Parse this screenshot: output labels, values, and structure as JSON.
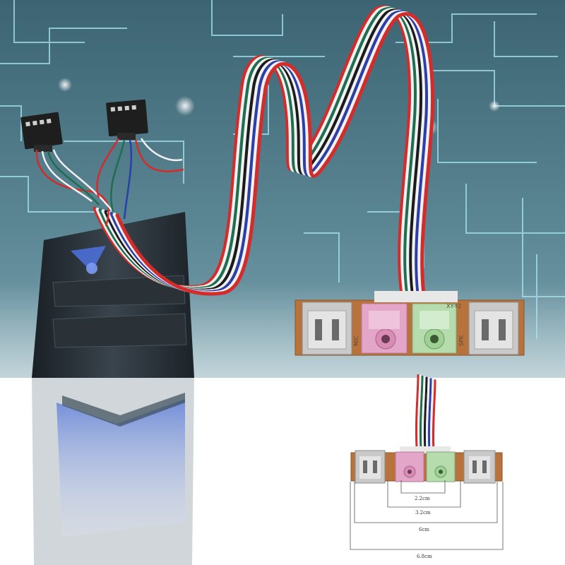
{
  "pcb": {
    "label_mic": "MIC",
    "label_spk": "SPK",
    "label_model": "XY-Y2"
  },
  "dimensions": [
    {
      "label": "2.2cm"
    },
    {
      "label": "3.2cm"
    },
    {
      "label": "6cm"
    },
    {
      "label": "6.8cm"
    }
  ],
  "colors": {
    "background_top": "#3f6a78",
    "background_bottom": "#ffffff",
    "circuit_line": "#a9e4f2",
    "cable_red": "#d42b2b",
    "cable_green": "#1f6e4f",
    "cable_blue": "#2c3fa8",
    "cable_white": "#f2f2f2",
    "cable_black": "#1b1b1b",
    "pcb": "#b8733c",
    "jack_pink": "#e4a6c8",
    "jack_green": "#b6dcae"
  }
}
